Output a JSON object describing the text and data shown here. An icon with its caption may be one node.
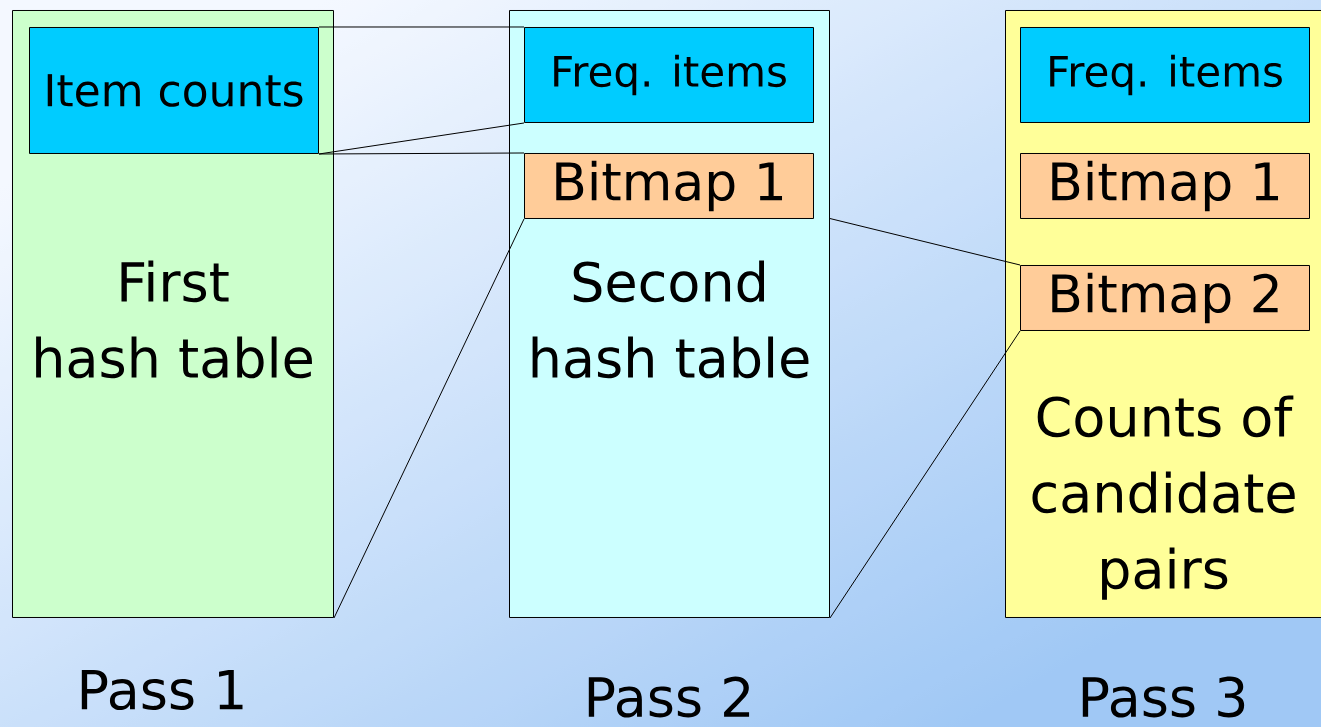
{
  "diagram": {
    "nodes": [
      {
        "text": [
          "First hash table"
        ],
        "beside": [
          "Pass 1"
        ]
      },
      {
        "text": [
          "Item counts"
        ],
        "in": 0
      },
      {
        "text": [
          "Second hash table"
        ],
        "beside": [
          "Pass 2"
        ]
      },
      {
        "text": [
          "Freq. items"
        ],
        "in": 2
      },
      {
        "text": [
          "Bitmap 1"
        ],
        "in": 2
      },
      {
        "text": [
          "Counts of candidate pairs"
        ],
        "beside": [
          "Pass 3"
        ]
      },
      {
        "text": [
          "Freq. items"
        ],
        "in": 5
      },
      {
        "text": [
          "Bitmap 1"
        ],
        "in": 5
      },
      {
        "text": [
          "Bitmap 2"
        ],
        "in": 5
      }
    ],
    "edges": [
      {
        "from": 1,
        "to": 3,
        "arrow": "none"
      },
      {
        "from": 1,
        "to": 3,
        "arrow": "none"
      },
      {
        "from": 1,
        "to": 4,
        "arrow": "none"
      },
      {
        "from": 0,
        "to": 4,
        "arrow": "none"
      },
      {
        "from": 2,
        "to": 8,
        "arrow": "none"
      },
      {
        "from": 2,
        "to": 8,
        "arrow": "none"
      }
    ]
  }
}
